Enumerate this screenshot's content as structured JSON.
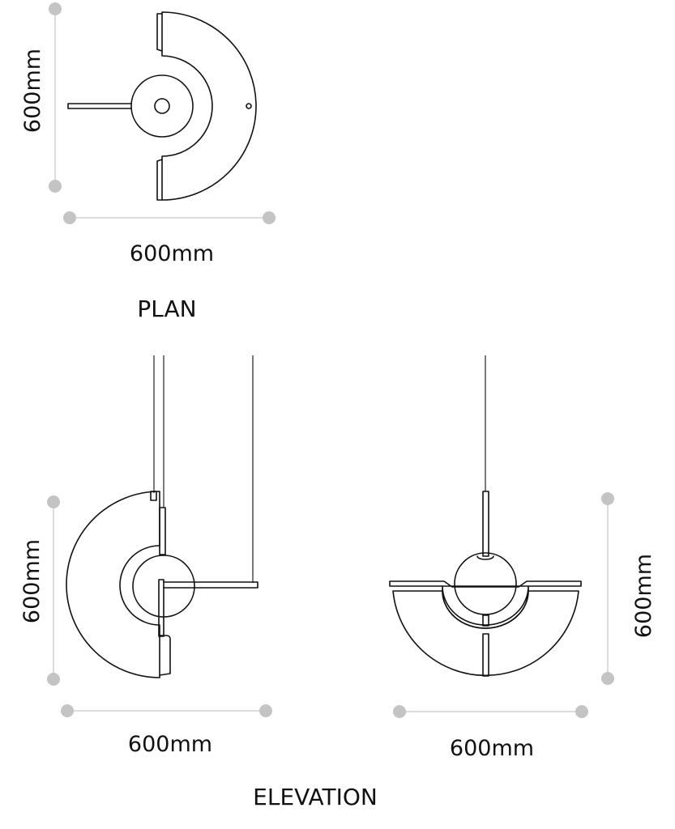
{
  "labels": {
    "plan_width": "600mm",
    "plan_height": "600mm",
    "plan_caption": "PLAN",
    "side_width": "600mm",
    "side_height": "600mm",
    "front_width": "600mm",
    "front_height": "600mm",
    "elevation_caption": "ELEVATION"
  },
  "colors": {
    "line": "#111111",
    "dimension": "#c4c4c4",
    "background": "#ffffff"
  }
}
